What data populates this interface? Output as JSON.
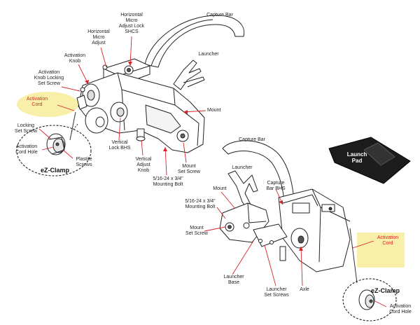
{
  "colors": {
    "outline": "#222222",
    "leader": "#d8232a",
    "highlight": "#f8f0a8",
    "pad": "#1c1c1c",
    "gray": "#9a9a9a"
  },
  "labels": {
    "capture_bar_top": "Capture Bar",
    "horizontal_micro_adjust_lock": "Horizontal\nMicro\nAdjust Lock\nSHCS",
    "horizontal_micro_adjust": "Horizontal\nMicro\nAdjust",
    "activation_knob": "Activation\nKnob",
    "activation_knob_locking": "Activation\nKnob Locking\nSet Screw",
    "activation_cord_top": "Activation\nCord",
    "launcher_top": "Launcher",
    "mount_top": "Mount",
    "locking_set_screw": "Locking\nSet Screw",
    "activation_cord_hole_left": "Activation\nCord Hole",
    "plastite_screws": "Plastite\nScrews",
    "ez_clamp_left": "eZ-Clamp",
    "vertical_lock_bhs": "Vertical\nLock BHS",
    "vertical_adjust_knob": "Vertical\nAdjust\nKnob",
    "mount_set_screw_top": "Mount\nSet Screw",
    "mounting_bolt_top": "5/16-24 x 3/4\"\nMounting Bolt",
    "capture_bar_bottom": "Capture Bar",
    "launch_pad": "Launch\nPad",
    "launcher_bottom": "Launcher",
    "mount_bottom": "Mount",
    "capture_bar_bhs": "Capture\nBar BHS",
    "mounting_bolt_bottom": "5/16-24 x 3/4\"\nMounting Bolt",
    "mount_set_screw_bottom": "Mount\nSet Screw",
    "activation_cord_bottom": "Activation\nCord",
    "launcher_base": "Launcher\nBase",
    "launcher_set_screws": "Launcher\nSet Screws",
    "axle": "Axle",
    "ez_clamp_right": "eZ-Clamp",
    "activation_cord_hole_right": "Activation\nCord Hole"
  }
}
